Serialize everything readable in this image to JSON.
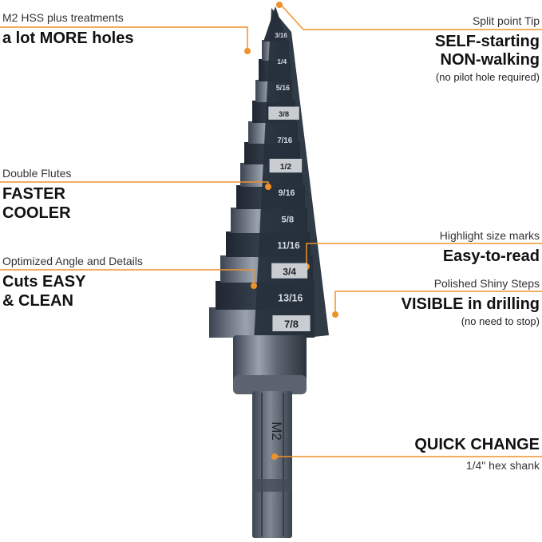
{
  "colors": {
    "accent": "#f0922a",
    "metal": "#2a323e"
  },
  "callouts": {
    "m2": {
      "caption": "M2 HSS plus treatments",
      "headline": "a lot MORE holes"
    },
    "split_point": {
      "caption": "Split point Tip",
      "line1": "SELF-starting",
      "line2": "NON-walking",
      "note": "(no pilot hole required)"
    },
    "flutes": {
      "caption": "Double Flutes",
      "line1": "FASTER",
      "line2": "COOLER"
    },
    "highlight": {
      "caption": "Highlight size marks",
      "headline": "Easy-to-read"
    },
    "angle": {
      "caption": "Optimized Angle and Details",
      "line1": "Cuts EASY",
      "line2": "& CLEAN"
    },
    "polished": {
      "caption": "Polished Shiny Steps",
      "headline": "VISIBLE in drilling",
      "note": "(no need to stop)"
    },
    "shank": {
      "headline": "QUICK CHANGE",
      "caption": "1/4\" hex shank"
    }
  },
  "bit": {
    "shank_mark": "M2",
    "size_marks": [
      "3/16",
      "1/4",
      "5/16",
      "3/8",
      "7/16",
      "1/2",
      "9/16",
      "5/8",
      "11/16",
      "3/4",
      "13/16",
      "7/8"
    ],
    "highlighted": [
      "3/8",
      "1/2",
      "3/4",
      "7/8"
    ]
  }
}
